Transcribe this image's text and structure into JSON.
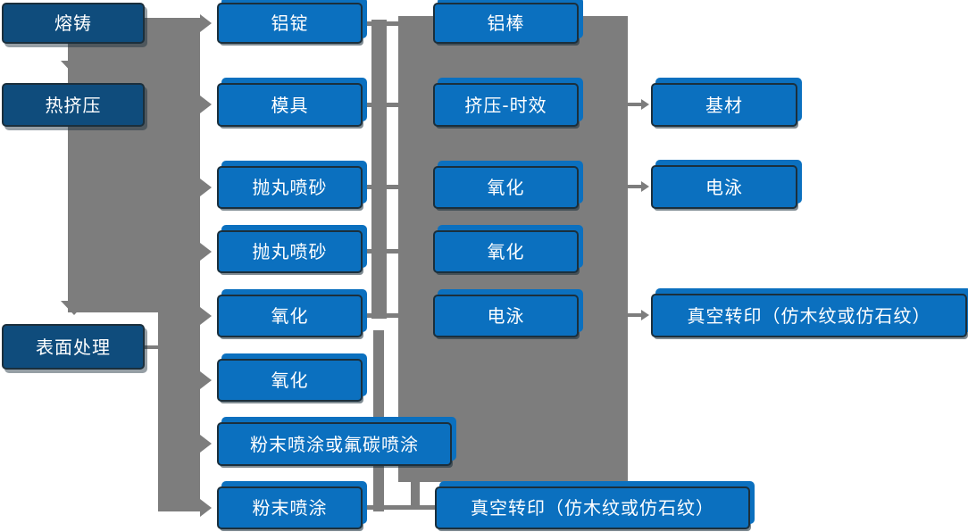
{
  "colors": {
    "process_box_blue": "#0b70bf",
    "stage_box_dark_blue": "#0f4c7c",
    "connector_gray": "#7d7d7d",
    "box_border": "#1b2f3c",
    "box_text": "#ffffff",
    "background": "#ffffff"
  },
  "nodes": [
    {
      "label": "熔铸"
    },
    {
      "label": "热挤压"
    },
    {
      "label": "表面处理"
    },
    {
      "label": "铝锭"
    },
    {
      "label": "模具"
    },
    {
      "label": "抛丸喷砂"
    },
    {
      "label": "抛丸喷砂"
    },
    {
      "label": "氧化"
    },
    {
      "label": "氧化"
    },
    {
      "label": "粉末喷涂或氟碳喷涂"
    },
    {
      "label": "粉末喷涂"
    },
    {
      "label": "铝棒"
    },
    {
      "label": "挤压-时效"
    },
    {
      "label": "氧化"
    },
    {
      "label": "氧化"
    },
    {
      "label": "电泳"
    },
    {
      "label": "真空转印（仿木纹或仿石纹）"
    },
    {
      "label": "基材"
    },
    {
      "label": "电泳"
    },
    {
      "label": "真空转印（仿木纹或仿石纹）"
    }
  ]
}
